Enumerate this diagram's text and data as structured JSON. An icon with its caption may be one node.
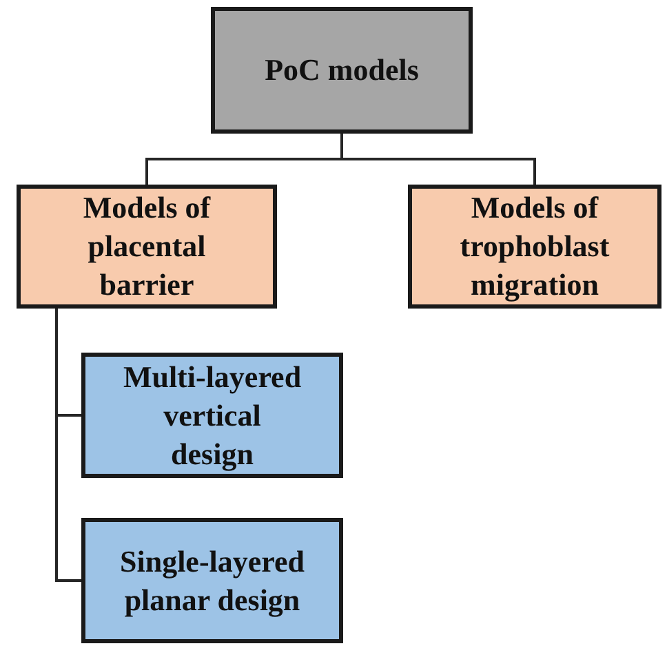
{
  "diagram": {
    "nodes": [
      {
        "text": [
          "PoC models"
        ]
      },
      {
        "text": [
          "Models of placental barrier"
        ]
      },
      {
        "text": [
          "Models of trophoblast migration"
        ]
      },
      {
        "text": [
          "Multi-layered vertical design"
        ]
      },
      {
        "text": [
          "Single-layered planar design"
        ]
      }
    ],
    "edges": [
      {
        "from": 0,
        "to": 1,
        "arrow": "none"
      },
      {
        "from": 0,
        "to": 2,
        "arrow": "none"
      },
      {
        "from": 1,
        "to": 3,
        "arrow": "none"
      },
      {
        "from": 1,
        "to": 4,
        "arrow": "none"
      }
    ]
  }
}
